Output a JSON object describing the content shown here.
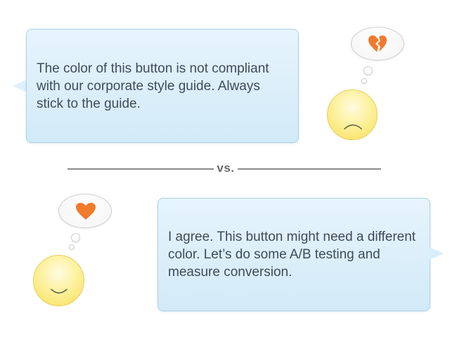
{
  "top_message": {
    "text": "The color of this button is not compliant with our corporate style guide. Always stick to the guide."
  },
  "divider": {
    "label": "vs."
  },
  "bottom_message": {
    "text": "I agree. This button might need a different color. Let’s do some A/B testing and measure conversion."
  },
  "icons": {
    "top_thought": "broken-heart-icon",
    "bottom_thought": "heart-icon",
    "top_face": "sad-face",
    "bottom_face": "happy-face"
  },
  "colors": {
    "bubble_fill": "#dcf0fb",
    "bubble_border": "#a9d3e9",
    "heart": "#f07b2c",
    "face": "#fbe978",
    "divider": "#8c8c8c"
  }
}
